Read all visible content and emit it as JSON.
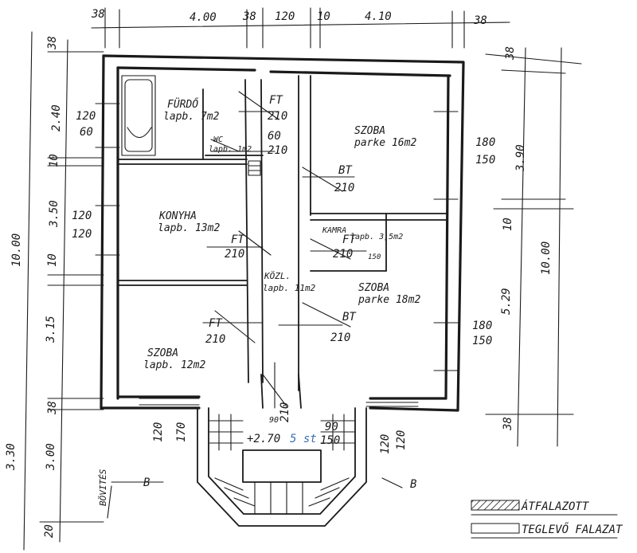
{
  "top_dims": [
    "38",
    "4.00",
    "38",
    "120",
    "10",
    "4.10",
    "38"
  ],
  "left_dims": [
    "38",
    "2.40",
    "10",
    "3.50",
    "10",
    "3.15",
    "38",
    "3.00",
    "20"
  ],
  "left_total": [
    "10.00",
    "3.30"
  ],
  "right_dims": [
    "38",
    "3.90",
    "10",
    "5.29",
    "38"
  ],
  "right_total": "10.00",
  "rooms": [
    {
      "name": "FÜRDŐ",
      "area": "lapb. 7m2"
    },
    {
      "name": "WC",
      "area": "lapb. 1m2"
    },
    {
      "name": "SZOBA",
      "area": "parke 16m2"
    },
    {
      "name": "KONYHA",
      "area": "lapb. 13m2"
    },
    {
      "name": "KAMRA",
      "area": "lapb. 3,5m2"
    },
    {
      "name": "KÖZL.",
      "area": "lapb. 11m2"
    },
    {
      "name": "SZOBA",
      "area": "parke 18m2"
    },
    {
      "name": "SZOBA",
      "area": "lapb. 12m2"
    }
  ],
  "openings": [
    {
      "t": "120",
      "b": "60"
    },
    {
      "t": "120",
      "b": "120"
    },
    {
      "t": "180",
      "b": "150"
    },
    {
      "t": "180",
      "b": "150"
    },
    {
      "t": "FT",
      "b": "210"
    },
    {
      "t": "60",
      "b": "210"
    },
    {
      "t": "BT",
      "b": "210"
    },
    {
      "t": "FT",
      "b": "210"
    },
    {
      "t": "FT",
      "b": "210"
    },
    {
      "t": "BT",
      "b": "210"
    },
    {
      "t": "FT",
      "b": "210"
    },
    {
      "t": "90",
      "b": "150"
    },
    {
      "t": "120",
      "b": "120"
    }
  ],
  "misc": {
    "p270": "+2.70",
    "blue_note": "5 st",
    "bottom_120": "120",
    "bottom_170": "170",
    "vent": "BÖVITÉS",
    "section_left": "B",
    "section_right": "B",
    "tiny_150": "150",
    "tiny_90": "90",
    "tiny_210": "210"
  },
  "legend": [
    {
      "label": "ÁTFALAZOTT"
    },
    {
      "label": "TEGLEVŐ FALAZAT"
    }
  ]
}
